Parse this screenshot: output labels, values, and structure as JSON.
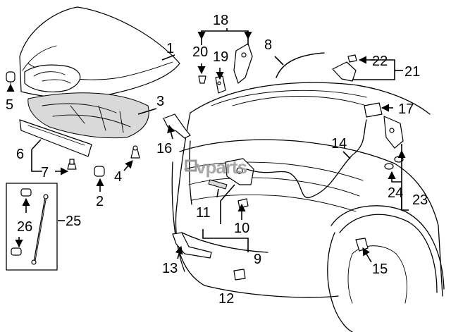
{
  "watermark": "vparts",
  "callouts": {
    "c1": "1",
    "c2": "2",
    "c3": "3",
    "c4": "4",
    "c5": "5",
    "c6": "6",
    "c7": "7",
    "c8": "8",
    "c9": "9",
    "c10": "10",
    "c11": "11",
    "c12": "12",
    "c13": "13",
    "c14": "14",
    "c15": "15",
    "c16": "16",
    "c17": "17",
    "c18": "18",
    "c19": "19",
    "c20": "20",
    "c21": "21",
    "c22": "22",
    "c23": "23",
    "c24": "24",
    "c25": "25",
    "c26": "26"
  },
  "colors": {
    "line": "#000000",
    "watermark": "#9a9a9a",
    "background": "#ffffff"
  }
}
